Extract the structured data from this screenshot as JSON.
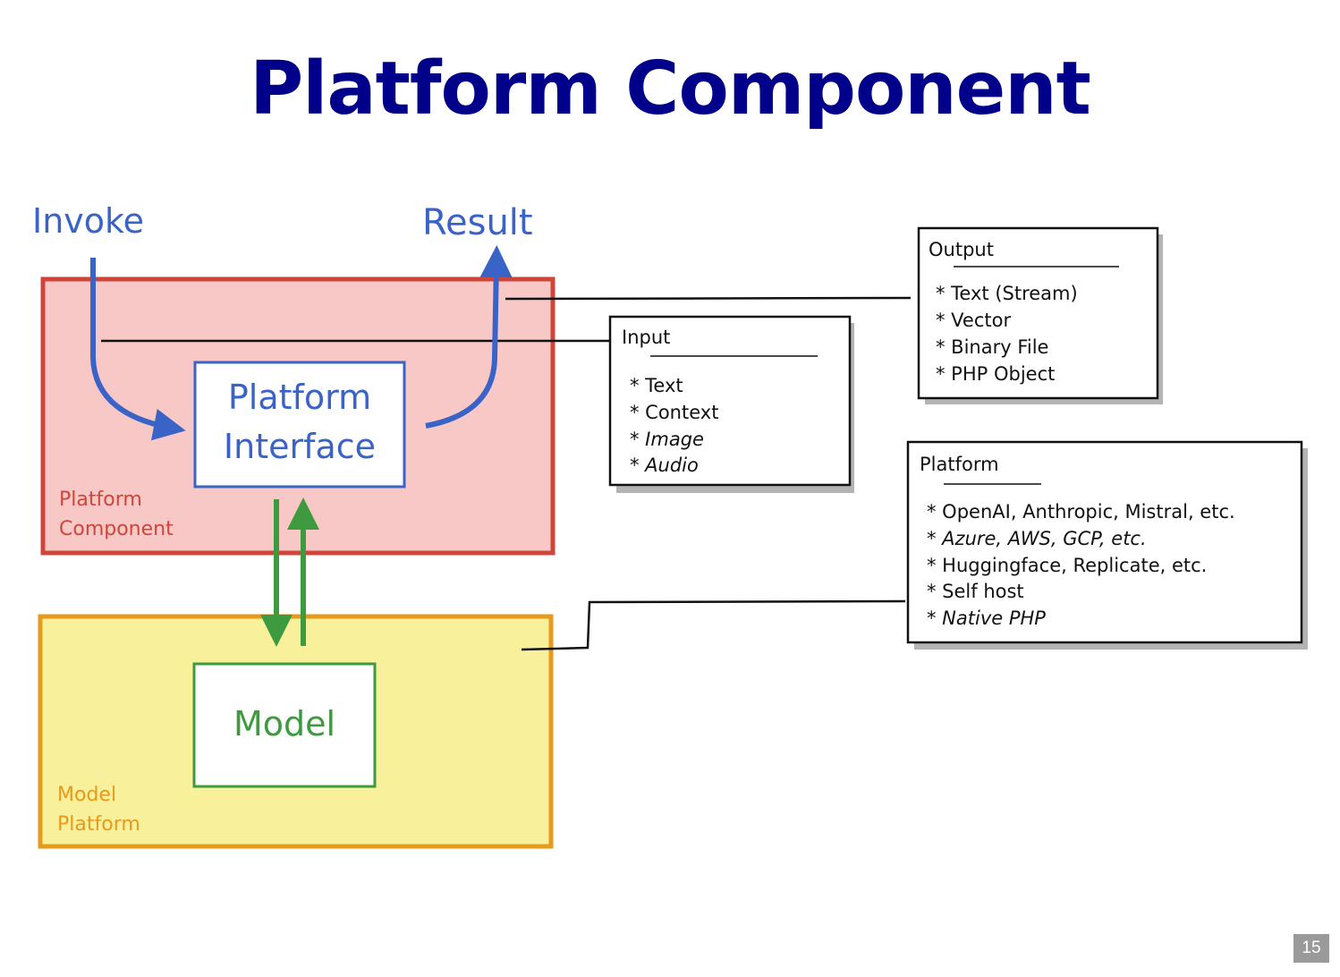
{
  "slide": {
    "title": "Platform Component",
    "page_number": "15"
  },
  "diagram": {
    "labels": {
      "invoke": "Invoke",
      "result": "Result"
    },
    "platform_component": {
      "label_line1": "Platform",
      "label_line2": "Component",
      "fill": "#f8c8c6",
      "stroke": "#d0453a"
    },
    "platform_interface": {
      "line1": "Platform",
      "line2": "Interface",
      "stroke": "#3a63c8"
    },
    "model_platform": {
      "label_line1": "Model",
      "label_line2": "Platform",
      "fill": "#f8f09a",
      "stroke": "#e79a1b"
    },
    "model": {
      "label": "Model",
      "stroke": "#3e9a3e"
    },
    "input_box": {
      "heading": "Input",
      "items": [
        "* Text",
        "* Context",
        "* Image",
        "* Audio"
      ]
    },
    "output_box": {
      "heading": "Output",
      "items": [
        "* Text (Stream)",
        "* Vector",
        "* Binary File",
        "* PHP Object"
      ]
    },
    "platform_box": {
      "heading": "Platform",
      "items": [
        "* OpenAI, Anthropic, Mistral, etc.",
        "* Azure, AWS, GCP, etc.",
        "* Huggingface, Replicate, etc.",
        "* Self host",
        "* Native PHP"
      ]
    }
  }
}
